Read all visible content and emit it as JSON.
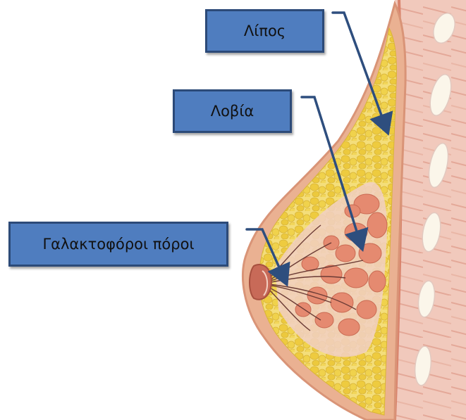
{
  "labels": {
    "fat": "Λίπος",
    "lobules": "Λοβία",
    "ducts": "Γαλακτοφόροι πόροι"
  },
  "colors": {
    "label_fill": "#4f7dbf",
    "label_border": "#2c4a78",
    "arrow": "#2e4e7e",
    "skin": "#e8a98c",
    "fat_tissue": "#f2d65a",
    "lobule_tissue": "#e58a70",
    "chest_wall": "#eec0b2"
  },
  "icons": {
    "arrow": "arrow-pointer-icon"
  }
}
